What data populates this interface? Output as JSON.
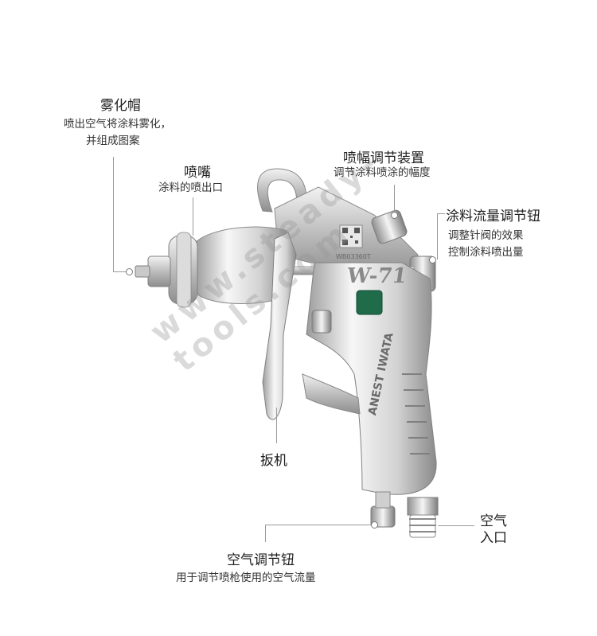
{
  "watermark": "www.steady-tools.com",
  "gun_markings": {
    "model": "W-71",
    "serial": "WB03360T",
    "brand": "ANEST IWATA"
  },
  "callouts": {
    "air_cap": {
      "title": "雾化帽",
      "desc_line1": "喷出空气将涂料雾化，",
      "desc_line2": "并组成图案"
    },
    "nozzle": {
      "title": "喷嘴",
      "desc": "涂料的喷出口"
    },
    "pattern": {
      "title": "喷幅调节装置",
      "desc": "调节涂料喷涂的幅度"
    },
    "fluid": {
      "title": "涂料流量调节钮",
      "desc_line1": "调整针阀的效果",
      "desc_line2": "控制涂料喷出量"
    },
    "trigger": {
      "title": "扳机"
    },
    "air_inlet": {
      "title_line1": "空气",
      "title_line2": "入口"
    },
    "air_adjust": {
      "title": "空气调节钮",
      "desc": "用于调节喷枪使用的空气流量"
    }
  },
  "colors": {
    "metal_light": "#f4f4f4",
    "metal_mid": "#c8c8c8",
    "metal_dark": "#8f8f8f",
    "badge_green": "#1f6b4a"
  }
}
